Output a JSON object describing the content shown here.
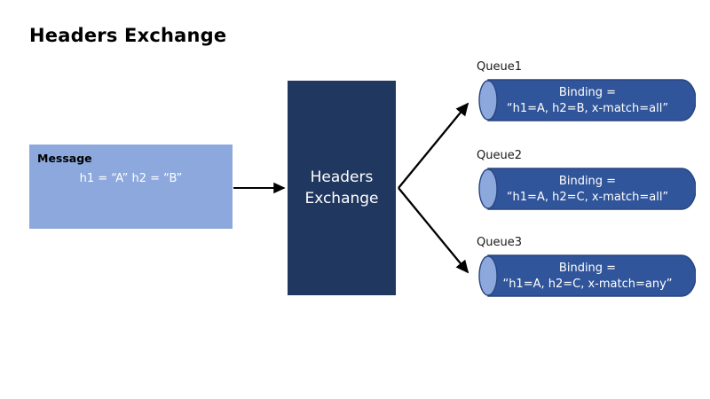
{
  "diagram": {
    "title": "Headers Exchange",
    "background": "#ffffff",
    "colors": {
      "message_fill": "#8CA8DC",
      "exchange_fill": "#20375F",
      "queue_fill": "#30559A",
      "queue_cap_fill": "#8CA8DC",
      "queue_outline": "#2A4480",
      "arrow": "#000000",
      "title_text": "#000000",
      "white_text": "#ffffff"
    },
    "message": {
      "title": "Message",
      "headers": "h1 = “A”\nh2 = “B”"
    },
    "exchange": {
      "label": "Headers\nExchange"
    },
    "queues": [
      {
        "name": "Queue1",
        "binding": "Binding =\n“h1=A,  h2=B,  x-match=all”",
        "arrow_from_exchange": true
      },
      {
        "name": "Queue2",
        "binding": "Binding =\n“h1=A,  h2=C,  x-match=all”",
        "arrow_from_exchange": false
      },
      {
        "name": "Queue3",
        "binding": "Binding =\n“h1=A,  h2=C,  x-match=any”",
        "arrow_from_exchange": true
      }
    ]
  }
}
